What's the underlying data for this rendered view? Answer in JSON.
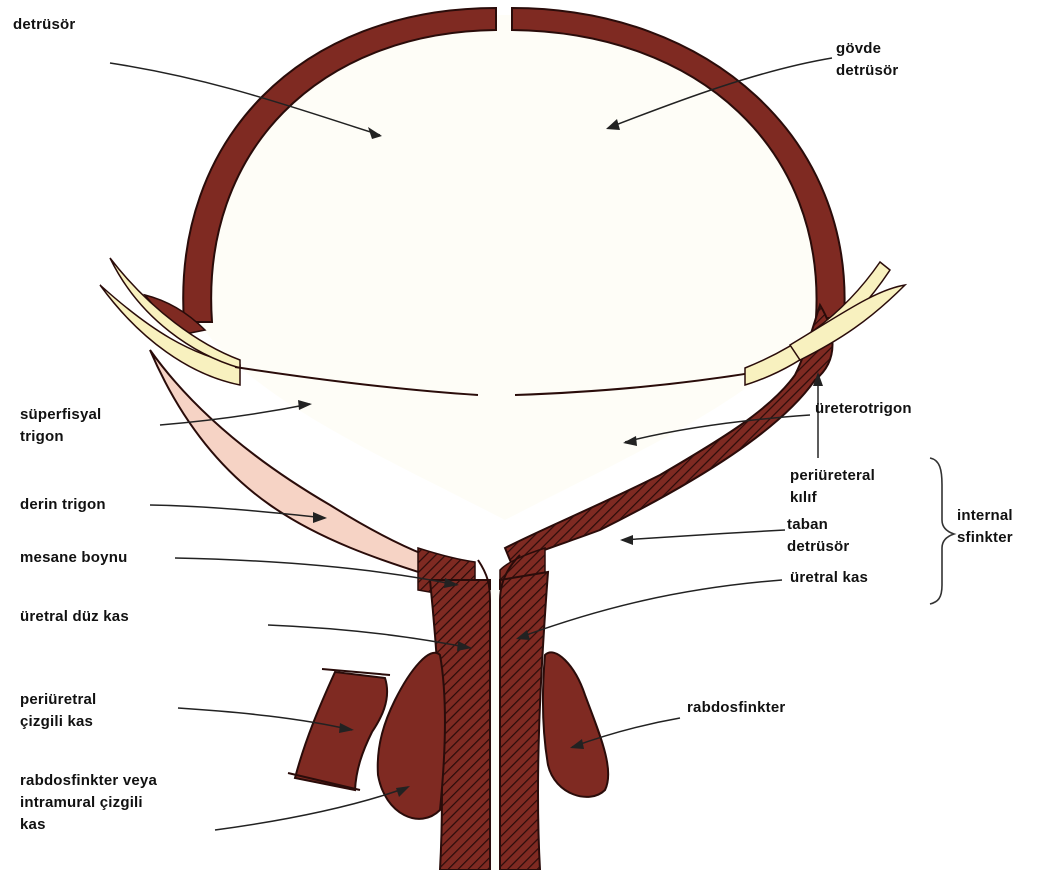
{
  "colors": {
    "muscle": "#7f2a22",
    "muscle_stroke": "#2a0c0a",
    "lumen": "#fefdf7",
    "superficial_trigone": "#f6d3c5",
    "yellow_layer": "#f8f1bf"
  },
  "labels": {
    "detrusor": "detrüsör",
    "body_detrusor_1": "gövde",
    "body_detrusor_2": "detrüsör",
    "superficial_trigone_1": "süperfisyal",
    "superficial_trigone_2": "trigon",
    "ureterotrigone": "üreterotrigon",
    "periureteral_sheath_1": "periüreteral",
    "periureteral_sheath_2": "kılıf",
    "internal_sphincter_1": "internal",
    "internal_sphincter_2": "sfinkter",
    "deep_trigone": "derin trigon",
    "base_detrusor_1": "taban",
    "base_detrusor_2": "detrüsör",
    "bladder_neck": "mesane boynu",
    "urethral_muscle": "üretral kas",
    "urethral_smooth_muscle": "üretral düz kas",
    "periurethral_striated_1": "periüretral",
    "periurethral_striated_2": "çizgili kas",
    "rhabdosphincter": "rabdosfinkter",
    "intramural_1": "rabdosfinkter veya",
    "intramural_2": "intramural çizgili",
    "intramural_3": "kas"
  }
}
